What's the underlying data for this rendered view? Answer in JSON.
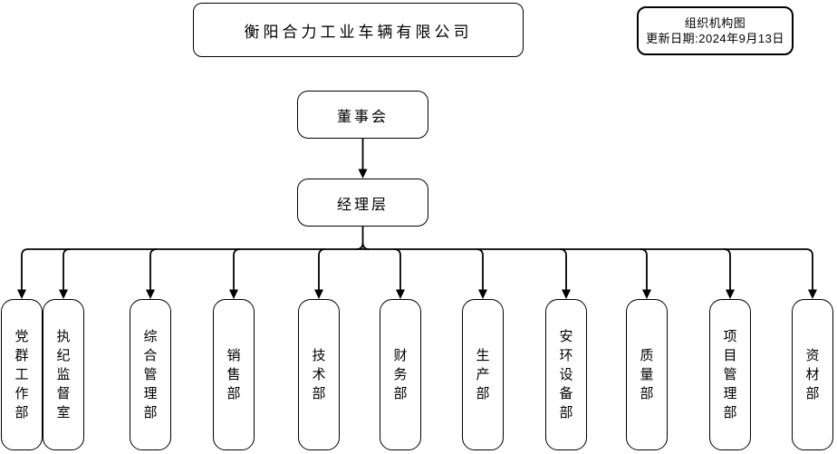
{
  "chart": {
    "company_title": "衡阳合力工业车辆有限公司",
    "info": {
      "title": "组织机构图",
      "updated": "更新日期:2024年9月13日"
    },
    "nodes": {
      "board": "董事会",
      "management": "经理层"
    },
    "departments": [
      {
        "label": "党群工作部"
      },
      {
        "label": "执纪监督室"
      },
      {
        "label": "综合管理部"
      },
      {
        "label": "销售部"
      },
      {
        "label": "技术部"
      },
      {
        "label": "财务部"
      },
      {
        "label": "生产部"
      },
      {
        "label": "安环设备部"
      },
      {
        "label": "质量部"
      },
      {
        "label": "项目管理部"
      },
      {
        "label": "资材部"
      }
    ],
    "colors": {
      "line": "#000000",
      "background": "#ffffff",
      "node_fill": "#ffffff",
      "text": "#000000"
    }
  }
}
